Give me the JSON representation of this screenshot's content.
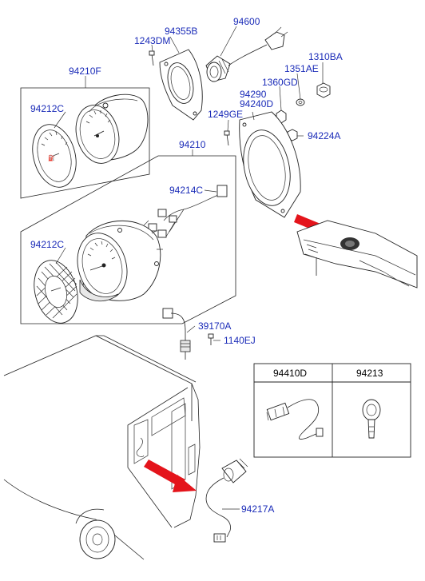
{
  "colors": {
    "label": "#1a2bb8",
    "arrow": "#e4141b",
    "line": "#222222"
  },
  "labels": {
    "p94355B": "94355B",
    "p94600": "94600",
    "p1243DM": "1243DM",
    "p1310BA": "1310BA",
    "p94210F": "94210F",
    "p1351AE": "1351AE",
    "p1360GD": "1360GD",
    "p94290": "94290",
    "p94240D": "94240D",
    "p94212C_top": "94212C",
    "p1249GE": "1249GE",
    "p94224A": "94224A",
    "p94210": "94210",
    "p94214C": "94214C",
    "p94212C_bottom": "94212C",
    "p39170A": "39170A",
    "p1140EJ": "1140EJ",
    "p94217A": "94217A"
  },
  "table": {
    "headers": [
      "94410D",
      "94213"
    ]
  }
}
